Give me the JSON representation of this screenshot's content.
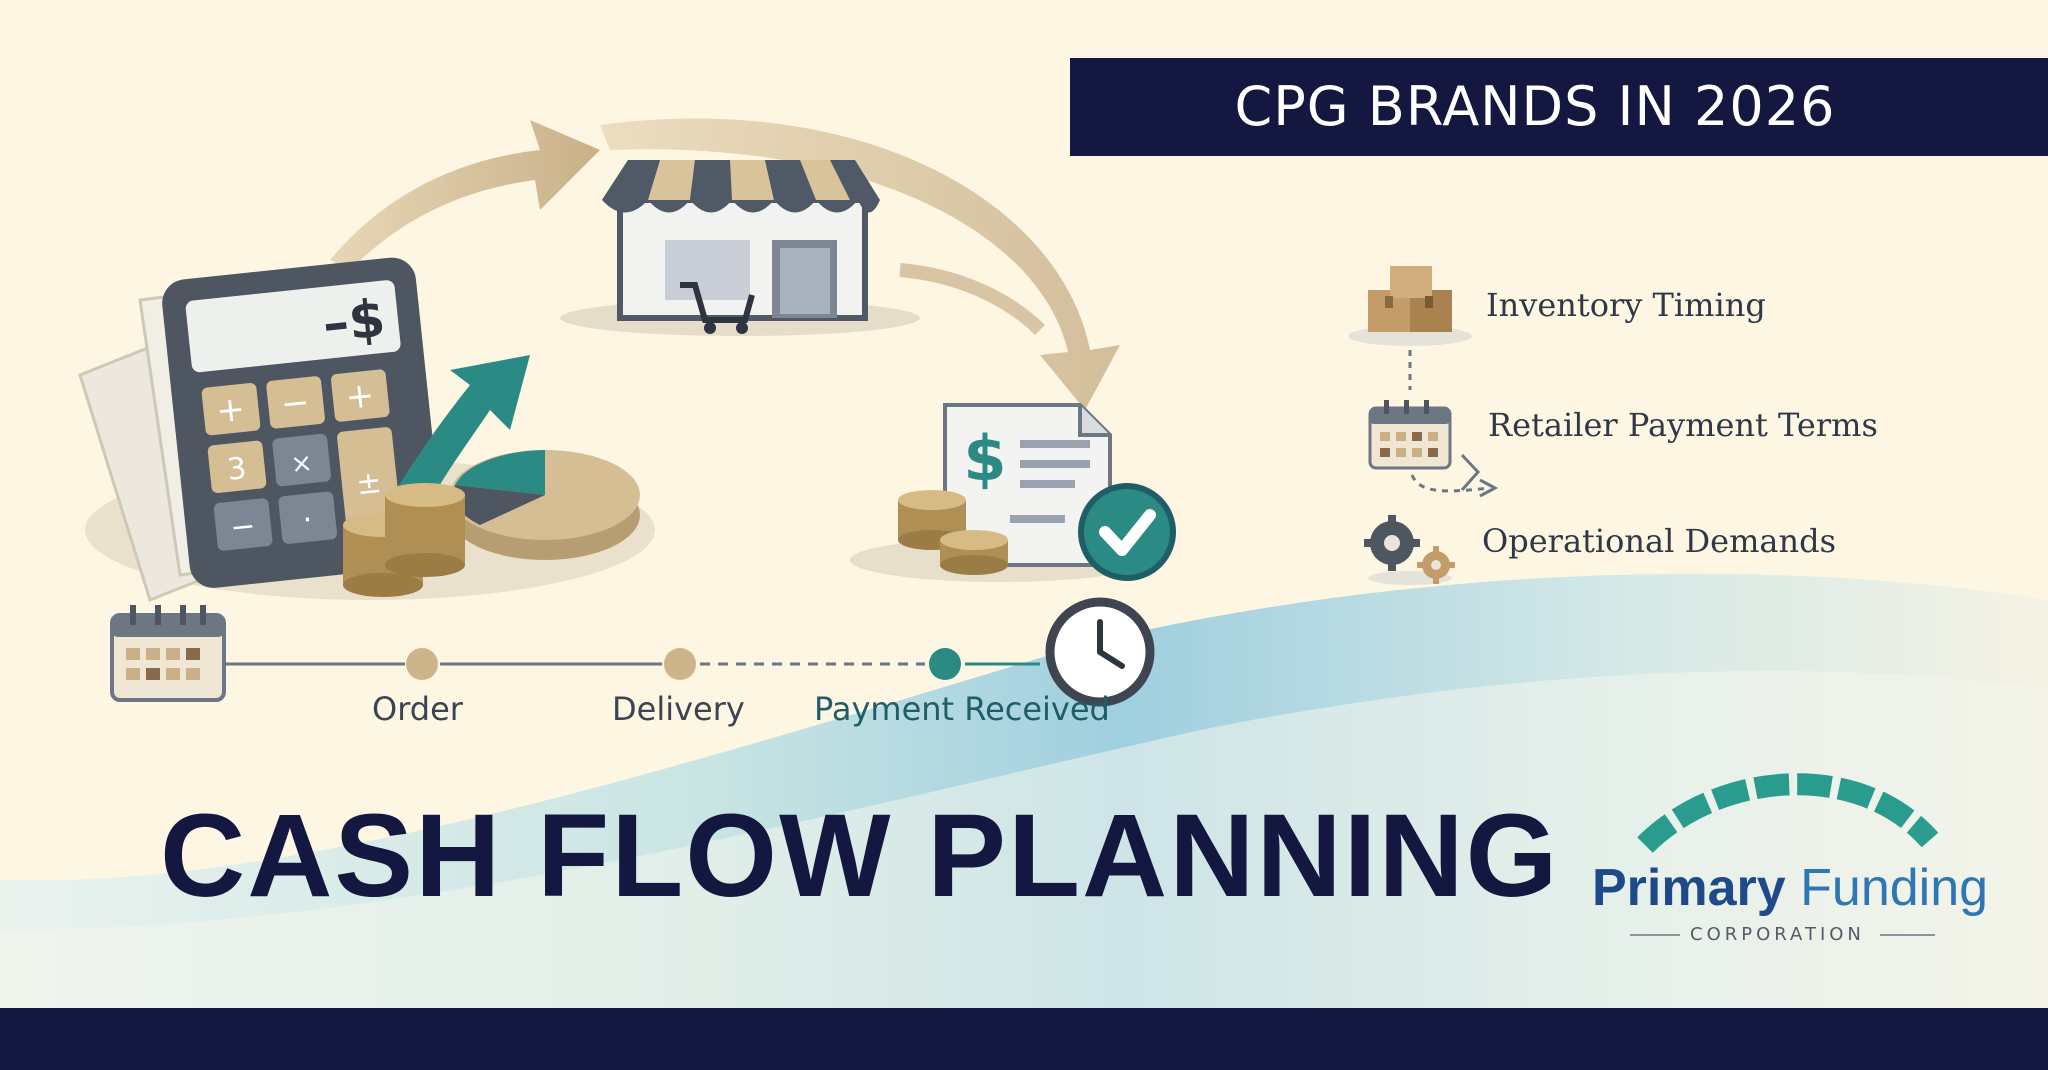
{
  "banner": {
    "text": "CPG BRANDS IN 2026"
  },
  "calculator": {
    "display": "–$"
  },
  "timeline": {
    "labels": [
      "Order",
      "Delivery",
      "Payment Received"
    ]
  },
  "factors": [
    {
      "label": "Inventory Timing",
      "icon": "boxes-icon"
    },
    {
      "label": "Retailer Payment Terms",
      "icon": "calendar-icon"
    },
    {
      "label": "Operational Demands",
      "icon": "gears-icon"
    }
  ],
  "headline": "CASH FLOW PLANNING",
  "brand": {
    "name_bold": "Primary",
    "name_light": " Funding",
    "sub": "CORPORATION"
  },
  "colors": {
    "navy": "#14173f",
    "teal": "#2c8a84",
    "tan": "#cdb48a",
    "cream": "#fdf6e3"
  }
}
